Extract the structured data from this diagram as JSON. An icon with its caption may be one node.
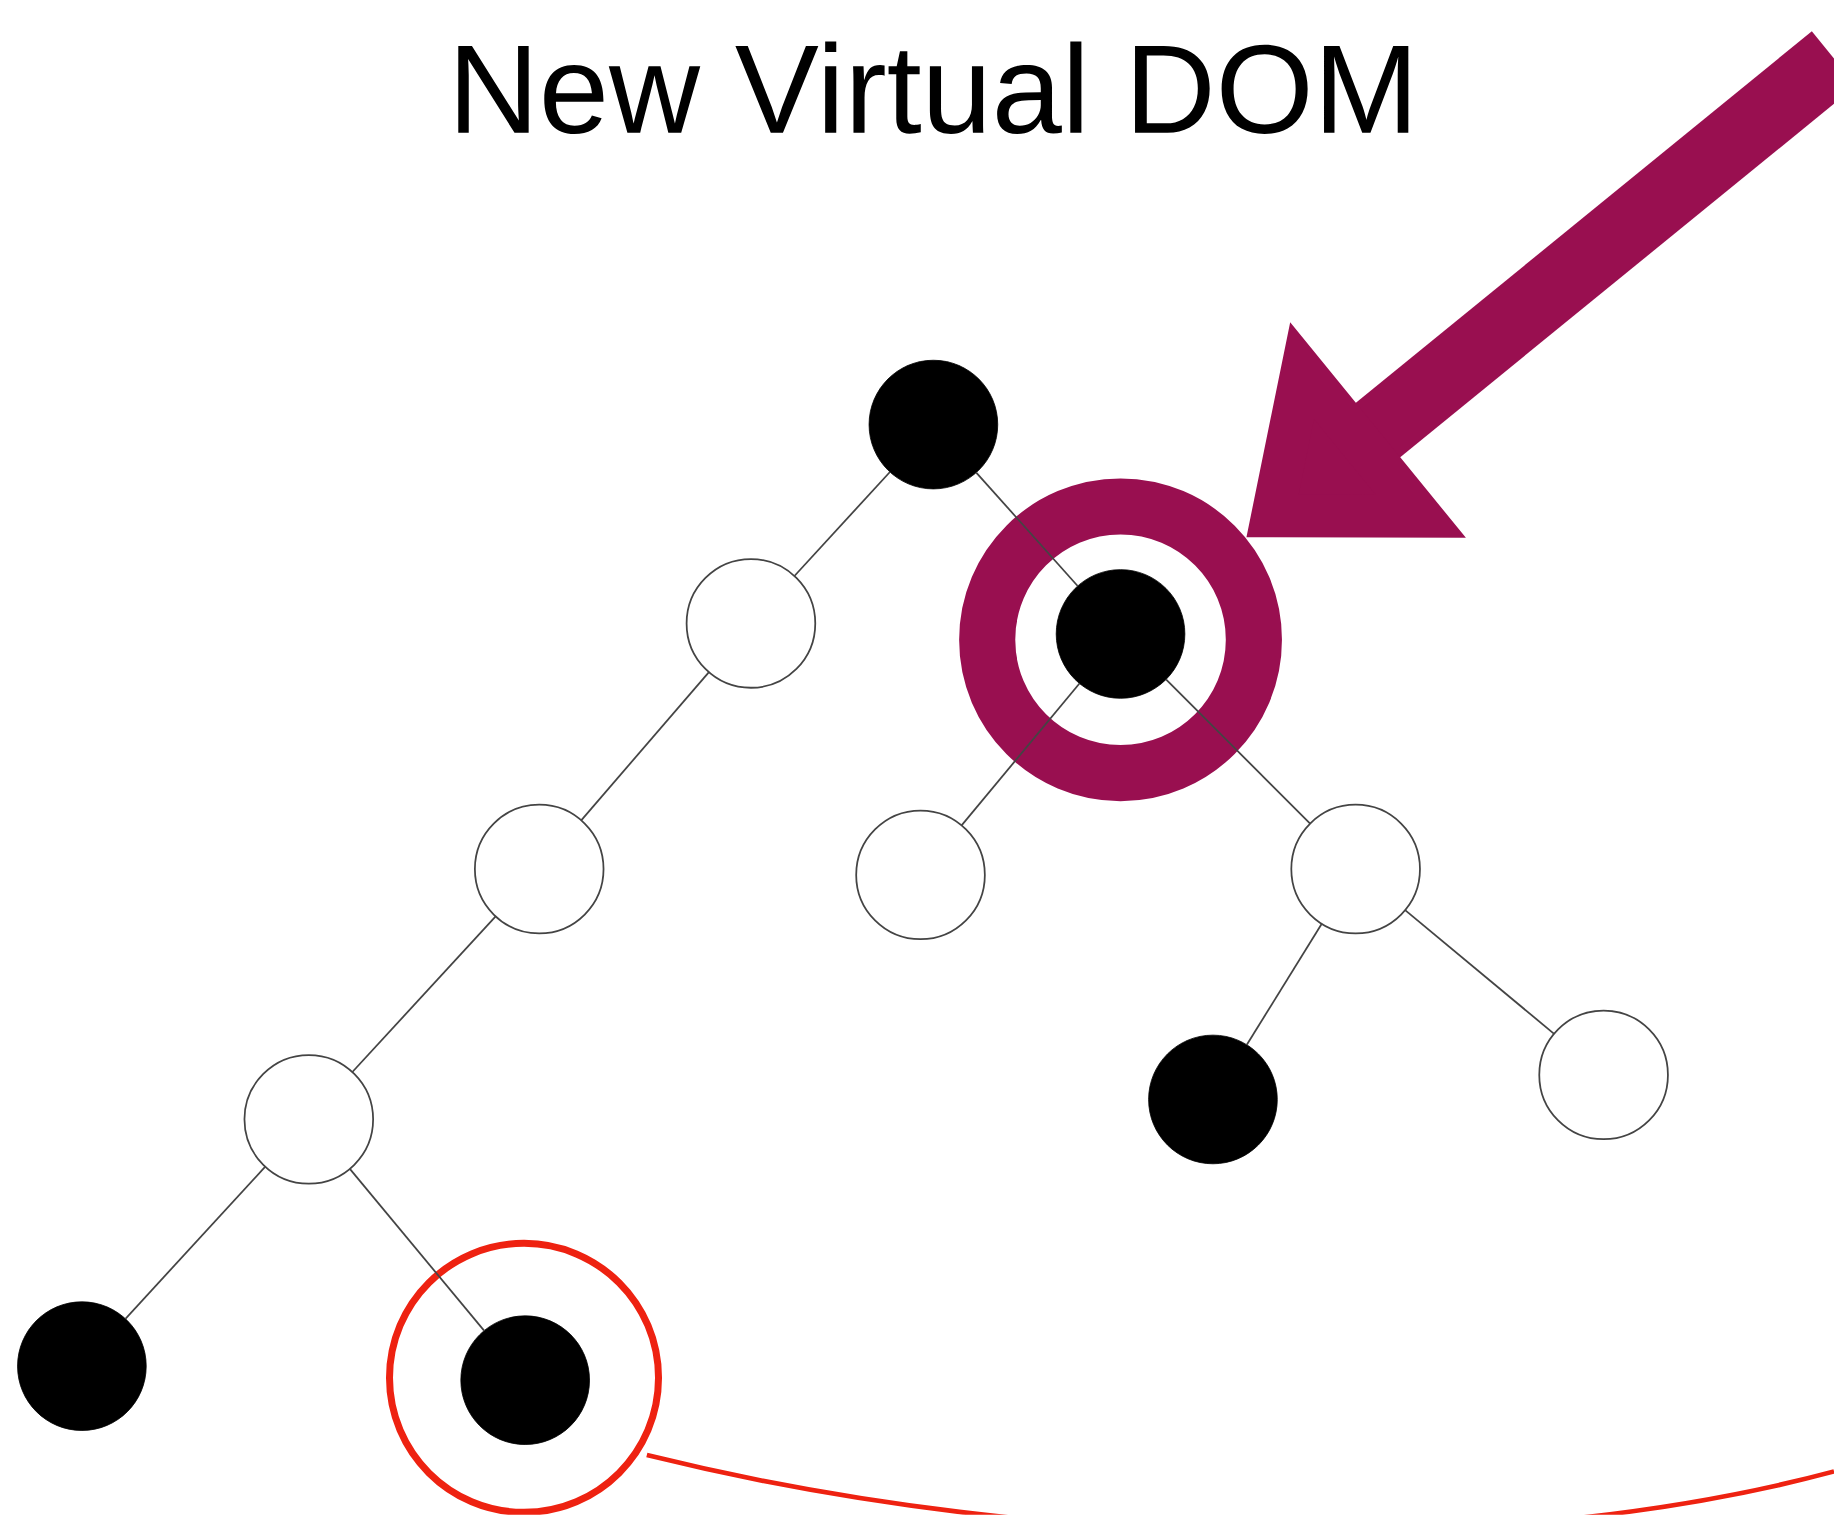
{
  "diagram": {
    "title": "New Virtual DOM",
    "nodes": [
      {
        "text": [],
        "shape": "circle"
      },
      {
        "text": [],
        "shape": "circle"
      },
      {
        "text": [],
        "shape": "circle"
      },
      {
        "text": [],
        "shape": "circle",
        "in": 2
      },
      {
        "text": [],
        "shape": "circle"
      },
      {
        "text": [],
        "shape": "circle"
      },
      {
        "text": [],
        "shape": "circle"
      },
      {
        "text": [],
        "shape": "circle"
      },
      {
        "text": [],
        "shape": "circle"
      },
      {
        "text": [],
        "shape": "circle"
      },
      {
        "text": [],
        "shape": "circle"
      },
      {
        "text": [],
        "shape": "circle"
      },
      {
        "text": [],
        "shape": "circle",
        "in": 11
      }
    ],
    "edges": [
      {
        "from": 0,
        "to": 1,
        "arrow": "none"
      },
      {
        "from": 0,
        "to": 3,
        "arrow": "none"
      },
      {
        "from": 1,
        "to": 4,
        "arrow": "none"
      },
      {
        "from": 3,
        "to": 5,
        "arrow": "none"
      },
      {
        "from": 3,
        "to": 6,
        "arrow": "none"
      },
      {
        "from": 4,
        "to": 7,
        "arrow": "none"
      },
      {
        "from": 6,
        "to": 8,
        "arrow": "none"
      },
      {
        "from": 6,
        "to": 9,
        "arrow": "none"
      },
      {
        "from": 7,
        "to": 10,
        "arrow": "none"
      },
      {
        "from": 7,
        "to": 12,
        "arrow": "none"
      },
      {
        "from": null,
        "to": 2,
        "arrow": "to",
        "style": "thick",
        "color": "#990f50"
      }
    ]
  }
}
